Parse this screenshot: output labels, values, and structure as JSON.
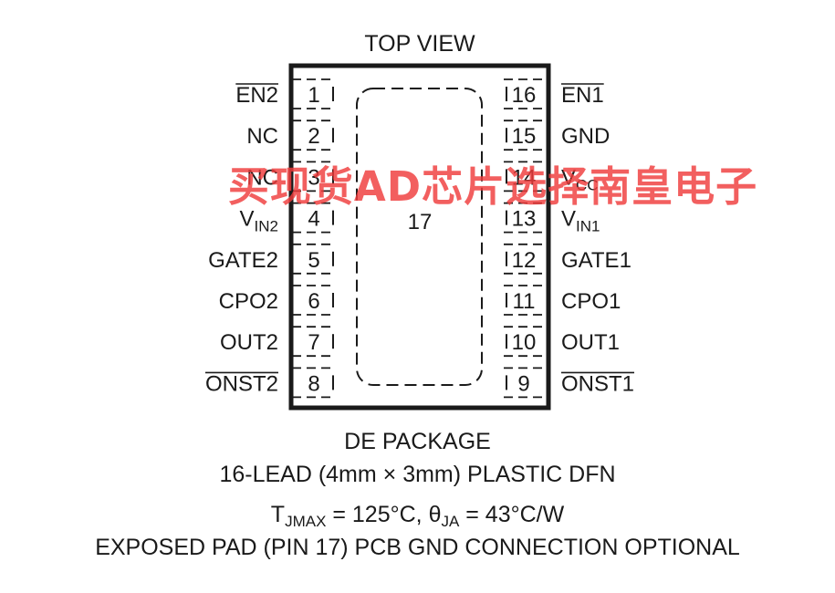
{
  "title": "TOP VIEW",
  "left_pins": [
    {
      "num": "1",
      "name": "EN2",
      "sub": "",
      "overline": true
    },
    {
      "num": "2",
      "name": "NC",
      "sub": "",
      "overline": false
    },
    {
      "num": "3",
      "name": "NC",
      "sub": "",
      "overline": false
    },
    {
      "num": "4",
      "name": "V",
      "sub": "IN2",
      "overline": false
    },
    {
      "num": "5",
      "name": "GATE2",
      "sub": "",
      "overline": false
    },
    {
      "num": "6",
      "name": "CPO2",
      "sub": "",
      "overline": false
    },
    {
      "num": "7",
      "name": "OUT2",
      "sub": "",
      "overline": false
    },
    {
      "num": "8",
      "name": "ONST2",
      "sub": "",
      "overline": true
    }
  ],
  "right_pins": [
    {
      "num": "16",
      "name": "EN1",
      "sub": "",
      "overline": true
    },
    {
      "num": "15",
      "name": "GND",
      "sub": "",
      "overline": false
    },
    {
      "num": "14",
      "name": "V",
      "sub": "CC",
      "overline": false
    },
    {
      "num": "13",
      "name": "V",
      "sub": "IN1",
      "overline": false
    },
    {
      "num": "12",
      "name": "GATE1",
      "sub": "",
      "overline": false
    },
    {
      "num": "11",
      "name": "CPO1",
      "sub": "",
      "overline": false
    },
    {
      "num": "10",
      "name": "OUT1",
      "sub": "",
      "overline": false
    },
    {
      "num": "9",
      "name": "ONST1",
      "sub": "",
      "overline": true
    }
  ],
  "exposed_pad_label": "17",
  "caption": {
    "package": "DE PACKAGE",
    "lead": "16-LEAD (4mm × 3mm) PLASTIC DFN",
    "thermal": {
      "t": "T",
      "t_sub": "JMAX",
      "t_val": " = 125°C, ",
      "theta": "θ",
      "theta_sub": "JA",
      "theta_val": " = 43°C/W"
    },
    "note": "EXPOSED PAD (PIN 17) PCB GND CONNECTION OPTIONAL"
  },
  "watermark": "买现货AD芯片选择南皇电子",
  "colors": {
    "ink": "#1a1a1a",
    "watermark": "#f03c3c"
  }
}
